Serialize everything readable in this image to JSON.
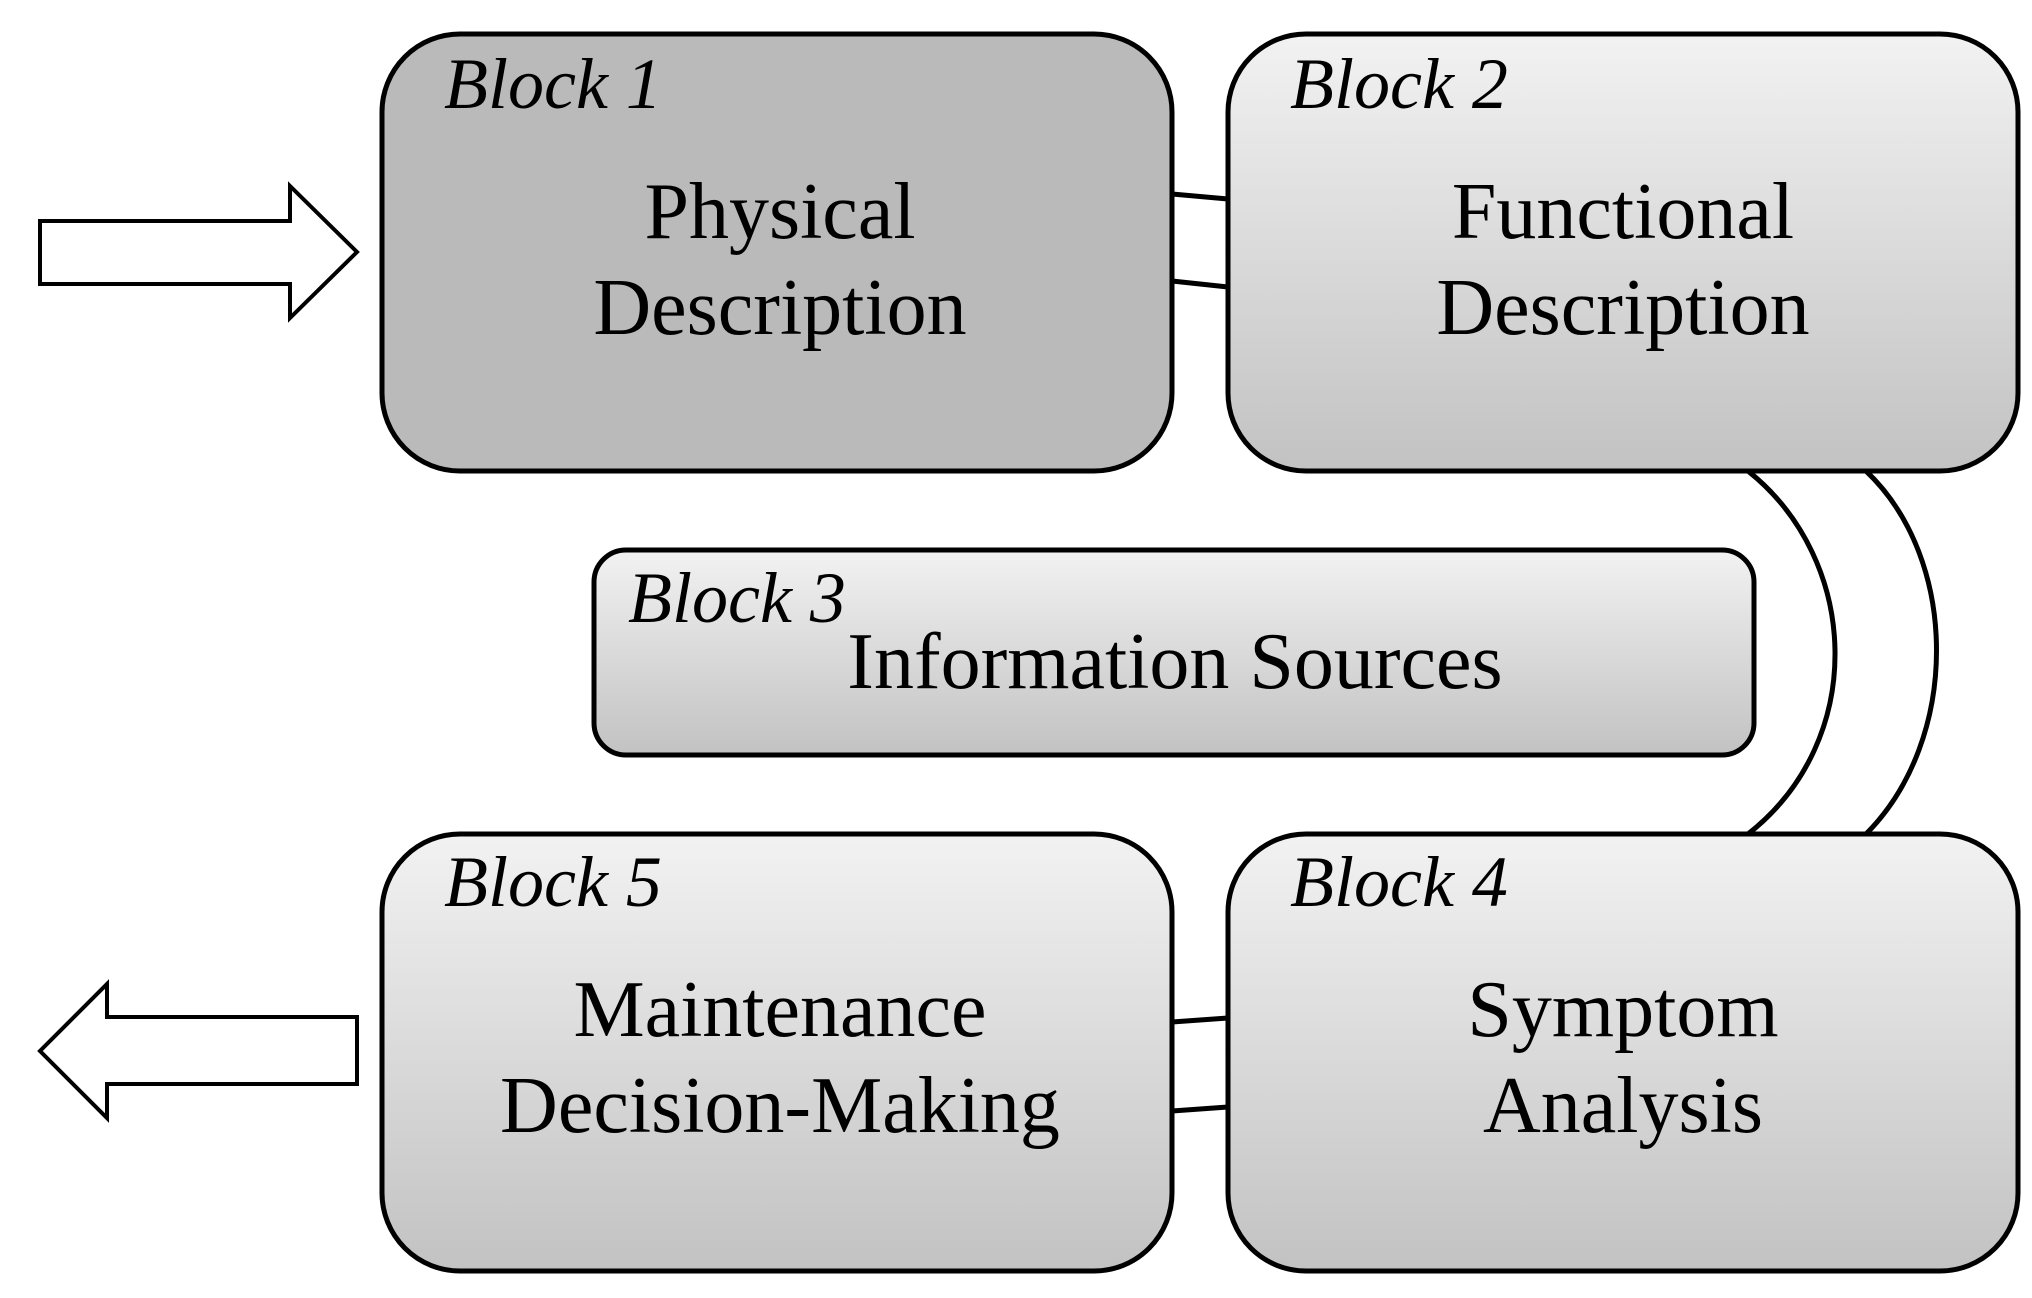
{
  "blocks": [
    {
      "tag": "Block 1",
      "lines": [
        "Physical",
        "Description"
      ]
    },
    {
      "tag": "Block 2",
      "lines": [
        "Functional",
        "Description"
      ]
    },
    {
      "tag": "Block 3",
      "lines": [
        "Information Sources"
      ]
    },
    {
      "tag": "Block 4",
      "lines": [
        "Symptom",
        "Analysis"
      ]
    },
    {
      "tag": "Block 5",
      "lines": [
        "Maintenance",
        "Decision-Making"
      ]
    }
  ],
  "colors": {
    "block1_fill": "#bababa",
    "gradient_top": "#f2f2f2",
    "gradient_bottom": "#c2c2c2",
    "stroke": "#000000",
    "arrow_fill": "#ffffff"
  }
}
